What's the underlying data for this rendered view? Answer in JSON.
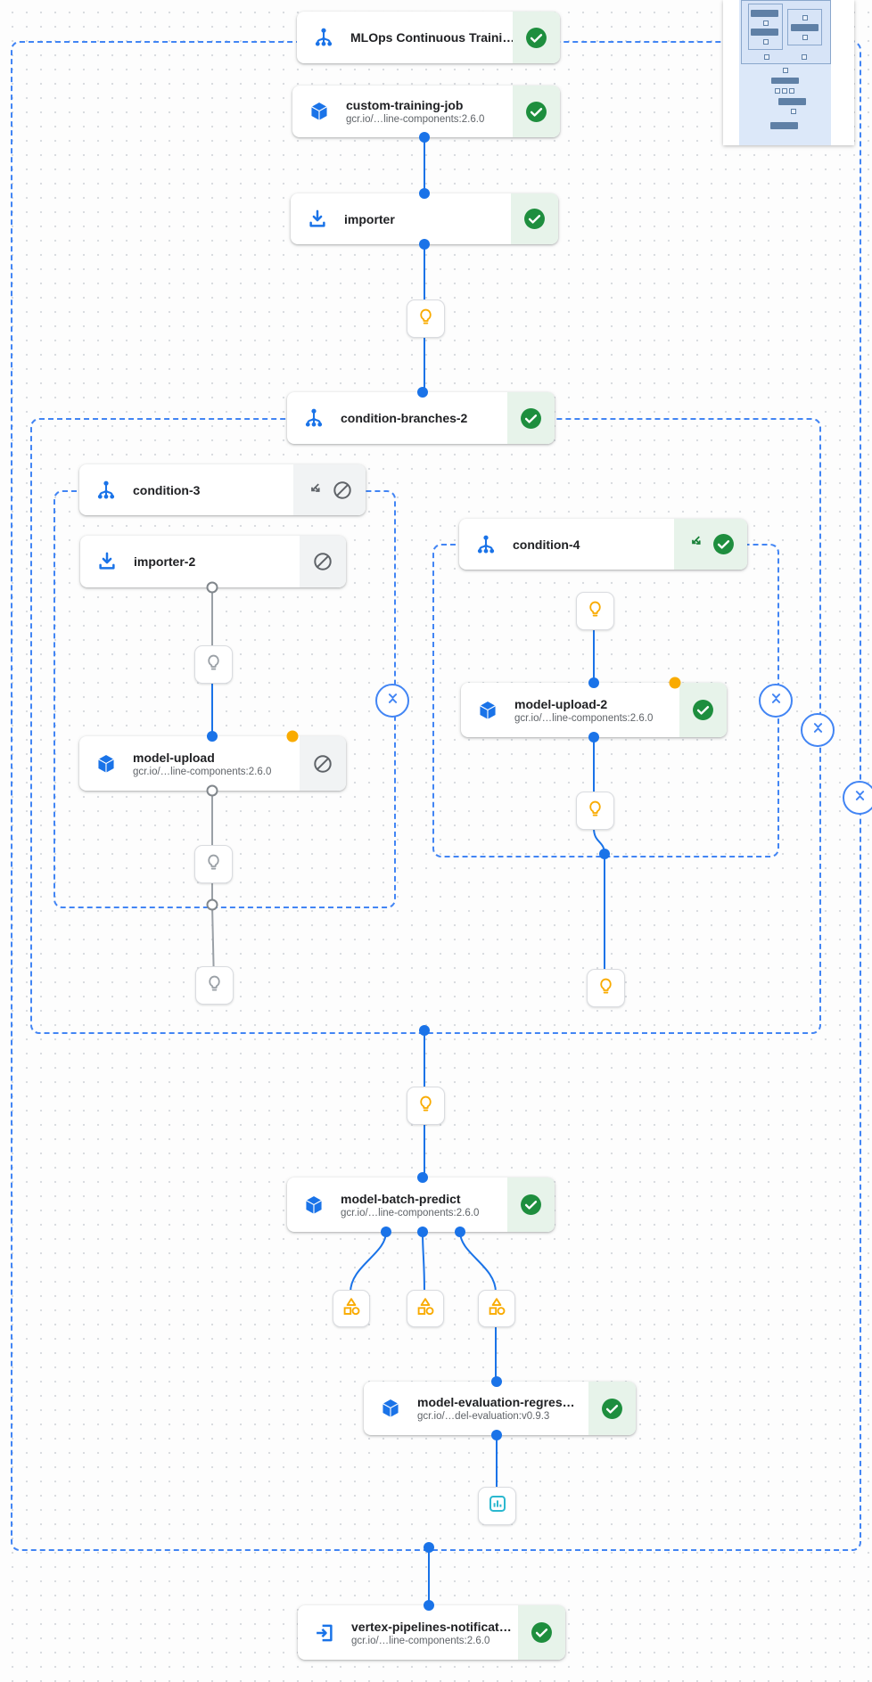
{
  "graph": {
    "nodes": [
      {
        "title": "MLOps Continuous Traini…",
        "type": "pipeline",
        "status": "succeeded"
      },
      {
        "title": "custom-training-job",
        "subtitle": "gcr.io/…line-components:2.6.0",
        "type": "container",
        "status": "succeeded"
      },
      {
        "title": "importer",
        "type": "importer",
        "status": "succeeded"
      },
      {
        "title": "condition-branches-2",
        "type": "condition",
        "status": "succeeded"
      },
      {
        "title": "condition-3",
        "type": "condition",
        "status": "skipped"
      },
      {
        "title": "importer-2",
        "type": "importer",
        "status": "skipped"
      },
      {
        "title": "model-upload",
        "subtitle": "gcr.io/…line-components:2.6.0",
        "type": "container",
        "status": "skipped",
        "cached": true
      },
      {
        "title": "condition-4",
        "type": "condition",
        "status": "succeeded"
      },
      {
        "title": "model-upload-2",
        "subtitle": "gcr.io/…line-components:2.6.0",
        "type": "container",
        "status": "succeeded",
        "cached": true
      },
      {
        "title": "model-batch-predict",
        "subtitle": "gcr.io/…line-components:2.6.0",
        "type": "container",
        "status": "succeeded"
      },
      {
        "title": "model-evaluation-regres…",
        "subtitle": "gcr.io/…del-evaluation:v0.9.3",
        "type": "container",
        "status": "succeeded"
      },
      {
        "title": "vertex-pipelines-notificat…",
        "subtitle": "gcr.io/…line-components:2.6.0",
        "type": "notification",
        "status": "succeeded"
      }
    ]
  },
  "icons": {
    "pipeline": "tree-icon",
    "container": "cube-icon",
    "importer": "download-icon",
    "notification": "exit-to-app-icon",
    "success": "check-circle-icon",
    "blocked": "blocked-icon",
    "branch": "split-arrows-icon",
    "execution": "lightbulb-icon",
    "artifact": "shapes-icon",
    "metrics": "bar-chart-icon",
    "collapse": "collapse-chevrons-icon"
  },
  "colors": {
    "edge_active": "#1a73e8",
    "edge_inactive": "#9aa0a6",
    "group_border": "#4285f4",
    "success": "#1e8e3e",
    "success_bg": "#e7f3ea",
    "skipped_bg": "#f1f3f4",
    "cached_dot": "#f9ab00",
    "lightbulb": "#f9ab00",
    "metrics": "#2bb8cf"
  }
}
